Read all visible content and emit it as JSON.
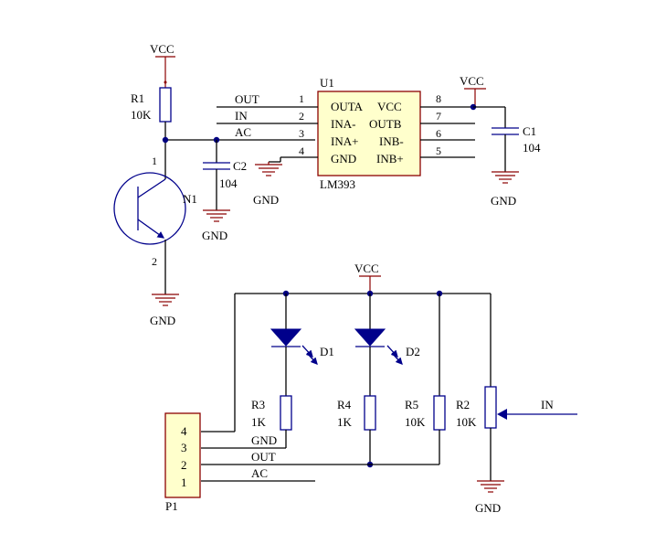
{
  "colors": {
    "wire": "#000000",
    "component": "#00008b",
    "power": "#8b0000",
    "connector_fill": "#ffffcc",
    "ic_fill": "#ffffcc",
    "junction": "#000080",
    "pin_dot": "#8b0000"
  },
  "power_labels": {
    "vcc_r1": "VCC",
    "vcc_u1": "VCC",
    "vcc_bottom": "VCC",
    "gnd_n1": "GND",
    "gnd_c2": "GND",
    "gnd_u1": "GND",
    "gnd_c1": "GND",
    "gnd_r2": "GND"
  },
  "components": {
    "r1": {
      "ref": "R1",
      "value": "10K"
    },
    "n1": {
      "ref": "N1",
      "pin1": "1",
      "pin2": "2"
    },
    "c2": {
      "ref": "C2",
      "value": "104"
    },
    "c1": {
      "ref": "C1",
      "value": "104"
    },
    "u1": {
      "ref": "U1",
      "part": "LM393",
      "pin_names_left": [
        "OUTA",
        "INA-",
        "INA+",
        "GND"
      ],
      "pin_names_right": [
        "VCC",
        "OUTB",
        "INB-",
        "INB+"
      ],
      "pin_numbers_left": [
        "1",
        "2",
        "3",
        "4"
      ],
      "pin_numbers_right": [
        "8",
        "7",
        "6",
        "5"
      ]
    },
    "d1": {
      "ref": "D1"
    },
    "d2": {
      "ref": "D2"
    },
    "r3": {
      "ref": "R3",
      "value": "1K"
    },
    "r4": {
      "ref": "R4",
      "value": "1K"
    },
    "r5": {
      "ref": "R5",
      "value": "10K"
    },
    "r2": {
      "ref": "R2",
      "value": "10K"
    },
    "p1": {
      "ref": "P1",
      "pins": [
        "4",
        "3",
        "2",
        "1"
      ]
    }
  },
  "net_labels": {
    "u1_out": "OUT",
    "u1_in": "IN",
    "u1_ac": "AC",
    "r2_in": "IN",
    "p1_gnd": "GND",
    "p1_out": "OUT",
    "p1_ac": "AC"
  }
}
